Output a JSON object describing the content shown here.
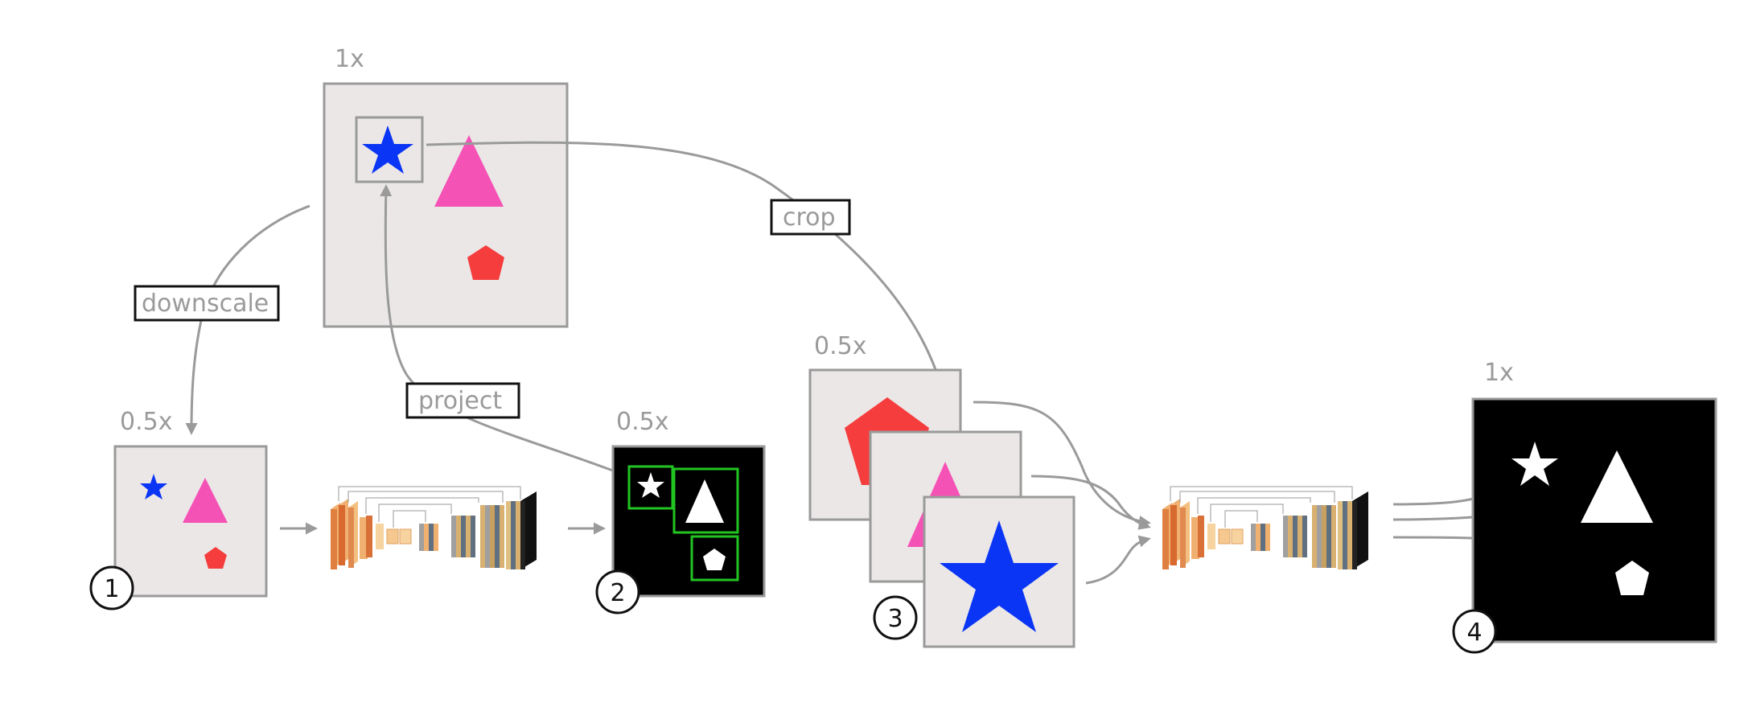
{
  "labels": {
    "scale_top": "1x",
    "scale_left": "0.5x",
    "scale_mask_small": "0.5x",
    "scale_crops": "0.5x",
    "scale_output": "1x",
    "downscale": "downscale",
    "project": "project",
    "crop": "crop"
  },
  "steps": [
    "1",
    "2",
    "3",
    "4"
  ],
  "colors": {
    "panel_bg": "#ebe7e7",
    "panel_border": "#9a9a9a",
    "arrow": "#9a9a9a",
    "star": "#0a35f5",
    "triangle": "#f552b6",
    "pentagon": "#f53d3d",
    "mask_bg": "#000000",
    "mask_shape": "#ffffff",
    "bbox": "#22c422"
  }
}
